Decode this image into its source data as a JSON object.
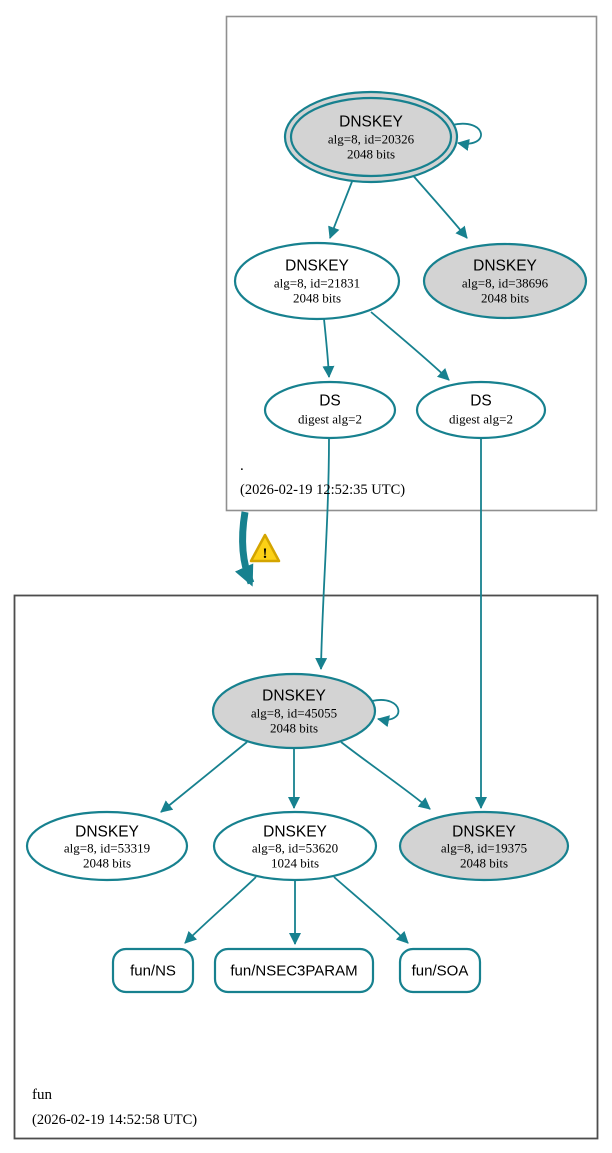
{
  "diagram_type": "dnssec-authentication-chain-graph",
  "colors": {
    "edge_teal": "#17818F",
    "node_gray_fill": "#D3D3D3",
    "node_white_fill": "#FFFFFF",
    "root_zone_border": "#909090",
    "fun_zone_border": "#4D4D4D",
    "warning_fill": "#FCD116",
    "warning_border": "#D4A500",
    "text": "#000000"
  },
  "icons": {
    "warning_glyph": "!"
  },
  "zones": {
    "root": {
      "name": ".",
      "timestamp": "(2026-02-19 12:52:35 UTC)",
      "nodes": {
        "ksk": {
          "type": "DNSKEY",
          "detail": "alg=8, id=20326",
          "bits": "2048 bits"
        },
        "zsk": {
          "type": "DNSKEY",
          "detail": "alg=8, id=21831",
          "bits": "2048 bits"
        },
        "dnskey_38696": {
          "type": "DNSKEY",
          "detail": "alg=8, id=38696",
          "bits": "2048 bits"
        },
        "ds_left": {
          "type": "DS",
          "detail": "digest alg=2"
        },
        "ds_right": {
          "type": "DS",
          "detail": "digest alg=2"
        }
      }
    },
    "fun": {
      "name": "fun",
      "timestamp": "(2026-02-19 14:52:58 UTC)",
      "nodes": {
        "ksk": {
          "type": "DNSKEY",
          "detail": "alg=8, id=45055",
          "bits": "2048 bits"
        },
        "dnskey_53319": {
          "type": "DNSKEY",
          "detail": "alg=8, id=53319",
          "bits": "2048 bits"
        },
        "zsk_53620": {
          "type": "DNSKEY",
          "detail": "alg=8, id=53620",
          "bits": "1024 bits"
        },
        "dnskey_19375": {
          "type": "DNSKEY",
          "detail": "alg=8, id=19375",
          "bits": "2048 bits"
        },
        "rrset_ns": {
          "label": "fun/NS"
        },
        "rrset_nsec3param": {
          "label": "fun/NSEC3PARAM"
        },
        "rrset_soa": {
          "label": "fun/SOA"
        }
      }
    }
  }
}
